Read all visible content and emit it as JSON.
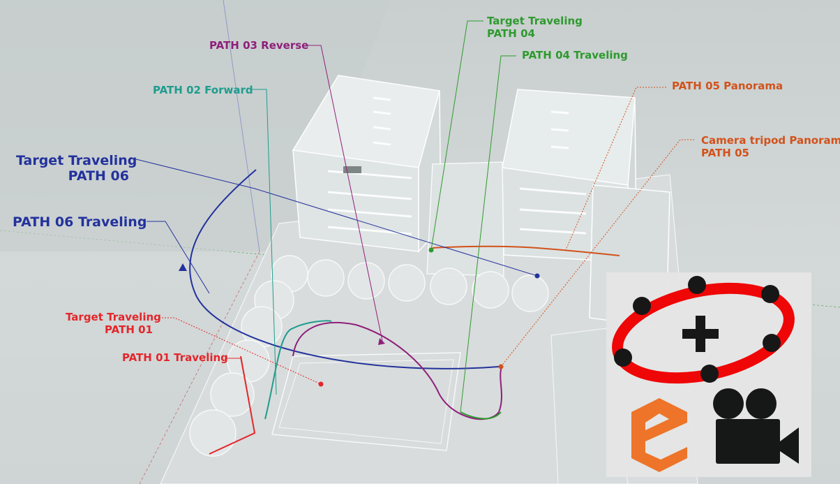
{
  "colors": {
    "path01": "#e3262b",
    "path02": "#1e9c8c",
    "path03": "#8e1f7a",
    "path04": "#2e9a2e",
    "path05": "#d2521b",
    "path06": "#23329c",
    "logo_ring": "#f00000",
    "logo_e": "#ee7124"
  },
  "labels": {
    "target_path04": {
      "line1": "Target Traveling",
      "line2": "PATH 04"
    },
    "path04_traveling": "PATH 04 Traveling",
    "path03_reverse": "PATH 03 Reverse",
    "path02_forward": "PATH 02 Forward",
    "path05_panorama": "PATH 05 Panorama",
    "tripod_path05": {
      "line1": "Camera tripod Panorama",
      "line2": "PATH 05"
    },
    "target_path06": {
      "line1": "Target Traveling",
      "line2": "PATH 06"
    },
    "path06_traveling": "PATH 06 Traveling",
    "target_path01": {
      "line1": "Target Traveling",
      "line2": "PATH 01"
    },
    "path01_traveling": "PATH 01 Traveling"
  },
  "badge": {
    "icons": [
      "orbit-ring-icon",
      "plus-icon",
      "e-logo-icon",
      "movie-camera-icon"
    ]
  }
}
